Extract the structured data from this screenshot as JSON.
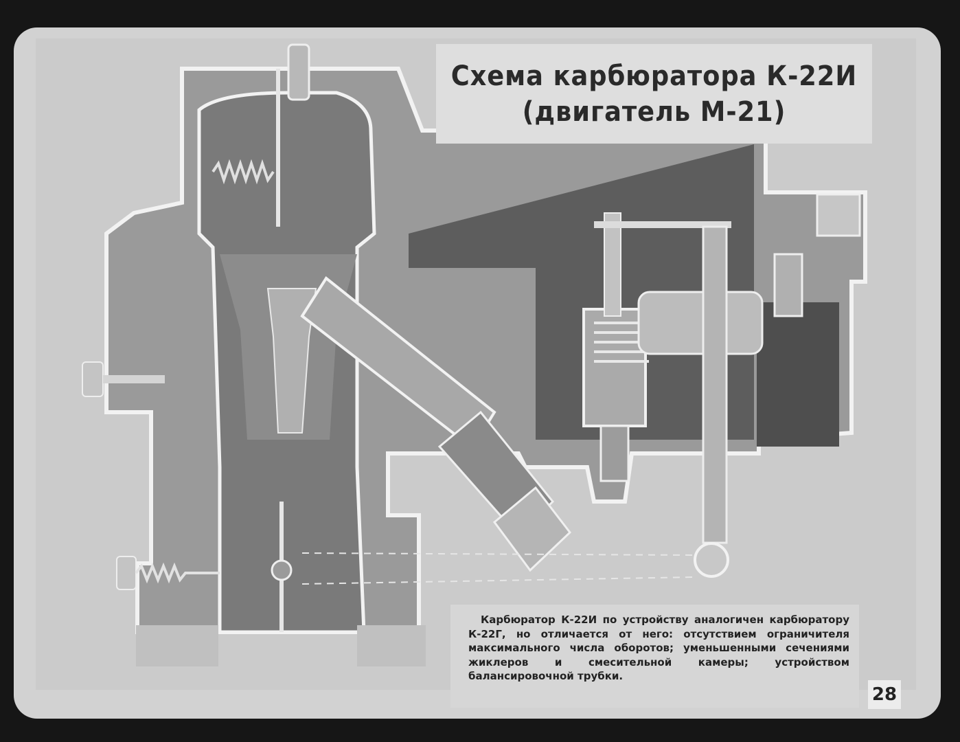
{
  "title": {
    "line1": "Схема карбюратора К-22И",
    "line2": "(двигатель М-21)"
  },
  "description": "Карбюратор К-22И по устройству аналогичен карбюратору К-22Г, но отличается от него: отсутствием ограничителя максимального числа оборотов; уменьшенными сечениями жиклеров и смесительной камеры; устройством балансировочной трубки.",
  "page_number": "28",
  "colors": {
    "background": "#161616",
    "slide": "#d2d2d2",
    "body_dark": "#6e6e6e",
    "body_mid": "#8e8e8e",
    "fuel_chamber": "#5a5a5a",
    "outline": "#f4f4f4"
  }
}
